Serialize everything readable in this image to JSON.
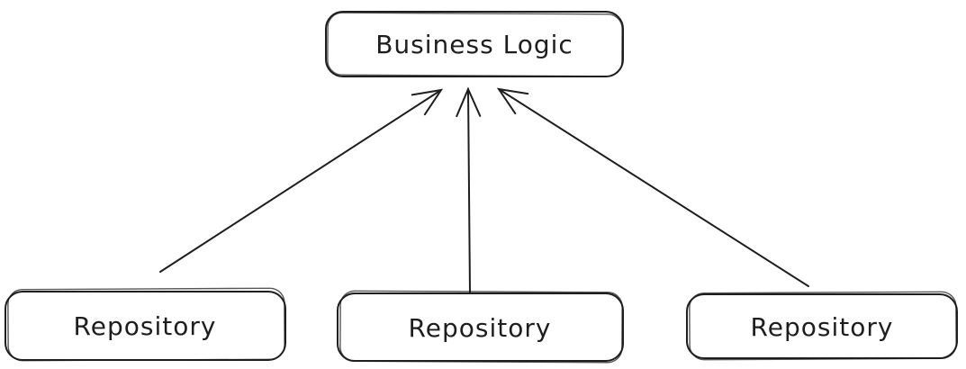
{
  "diagram": {
    "style": "hand-drawn",
    "background_color": "#ffffff",
    "stroke_color": "#1e1e1e",
    "nodes": {
      "business_logic": {
        "label": "Business Logic",
        "shape": "rounded-rectangle"
      },
      "repository_left": {
        "label": "Repository",
        "shape": "rounded-rectangle"
      },
      "repository_middle": {
        "label": "Repository",
        "shape": "rounded-rectangle"
      },
      "repository_right": {
        "label": "Repository",
        "shape": "rounded-rectangle"
      }
    },
    "edges": [
      {
        "from": "repository_left",
        "to": "business_logic",
        "arrowhead": "open-arrow"
      },
      {
        "from": "repository_middle",
        "to": "business_logic",
        "arrowhead": "open-arrow"
      },
      {
        "from": "repository_right",
        "to": "business_logic",
        "arrowhead": "open-arrow"
      }
    ]
  }
}
